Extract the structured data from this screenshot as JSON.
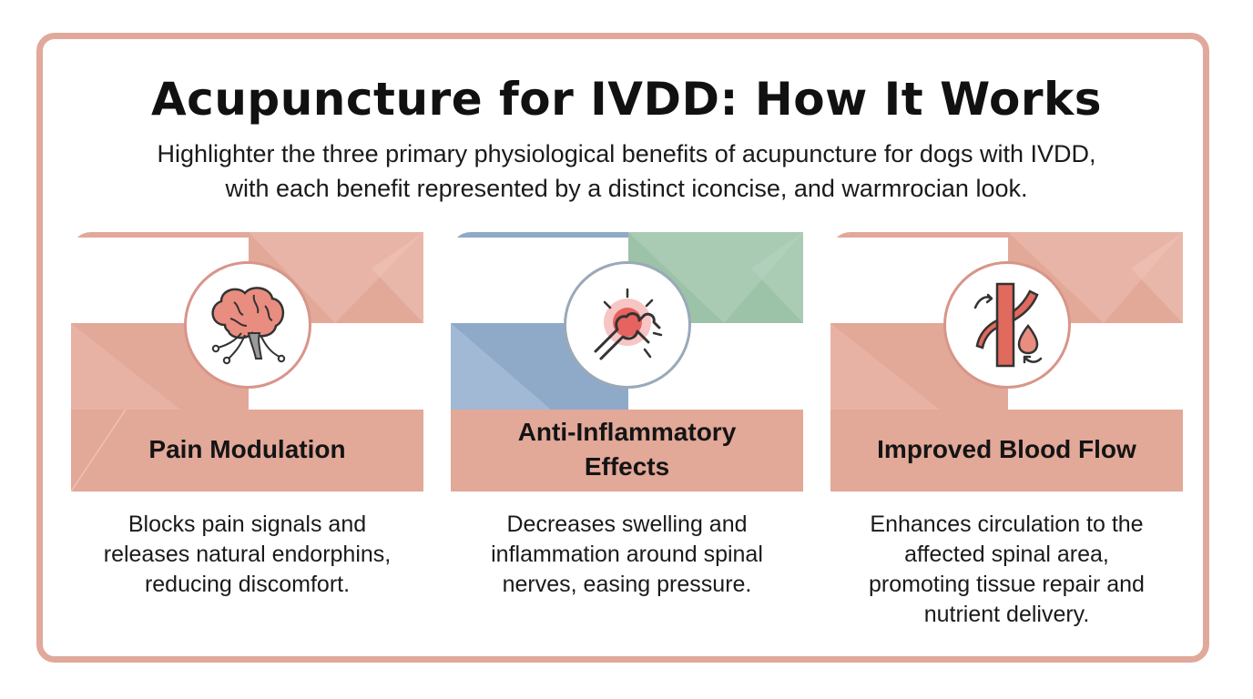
{
  "title": "Acupuncture for IVDD: How It Works",
  "subtitle": [
    "Highlighter the three primary physiological benefits of acupuncture for dogs with IVDD,",
    "with each benefit represented by a distinct iconcise, and warmrocian look."
  ],
  "colors": {
    "frame": "#e0a99b",
    "salmon": "#e2a898",
    "salmon_dark": "#d8958a",
    "sage": "#9cc2a8",
    "blue": "#8faac8",
    "icon_red": "#d9534f",
    "text": "#111111"
  },
  "cards": [
    {
      "icon": "brain-icon",
      "title_lines": [
        "Pain Modulation"
      ],
      "description_lines": [
        "Blocks pain signals and",
        "releases natural endorphins,",
        "reducing discomfort."
      ]
    },
    {
      "icon": "inflamed-joint-icon",
      "title_lines": [
        "Anti-Inflammatory",
        "Effects"
      ],
      "description_lines": [
        "Decreases swelling and",
        "inflammation around spinal",
        "nerves, easing pressure."
      ]
    },
    {
      "icon": "blood-vessel-drop-icon",
      "title_lines": [
        "Improved Blood Flow"
      ],
      "description_lines": [
        "Enhances circulation to the",
        "affected spinal area,",
        "promoting tissue repair and",
        "nutrient delivery."
      ]
    }
  ]
}
